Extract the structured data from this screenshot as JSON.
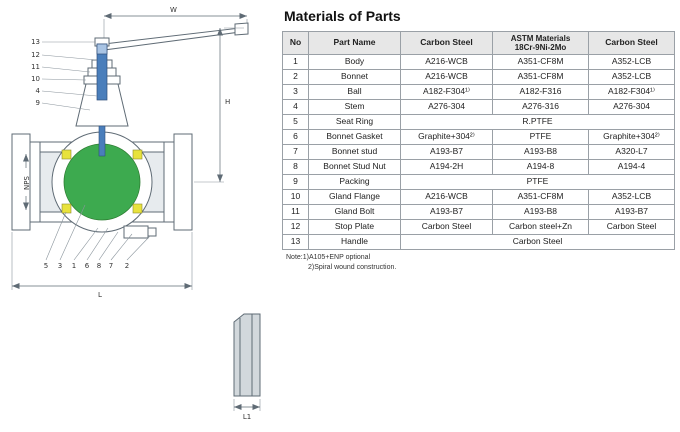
{
  "title": "Materials of Parts",
  "table": {
    "headers": [
      "No",
      "Part Name",
      "Carbon Steel",
      "ASTM Materials",
      "18Cr-9Ni-2Mo",
      "Carbon Steel"
    ],
    "rows": [
      {
        "no": "1",
        "name": "Body",
        "cols": [
          "A216-WCB",
          "A351-CF8M",
          "A352-LCB"
        ]
      },
      {
        "no": "2",
        "name": "Bonnet",
        "cols": [
          "A216-WCB",
          "A351-CF8M",
          "A352-LCB"
        ]
      },
      {
        "no": "3",
        "name": "Ball",
        "cols": [
          "A182-F304¹⁾",
          "A182-F316",
          "A182-F304¹⁾"
        ]
      },
      {
        "no": "4",
        "name": "Stem",
        "cols": [
          "A276-304",
          "A276-316",
          "A276-304"
        ]
      },
      {
        "no": "5",
        "name": "Seat Ring",
        "span_value": "R.PTFE"
      },
      {
        "no": "6",
        "name": "Bonnet Gasket",
        "cols": [
          "Graphite+304²⁾",
          "PTFE",
          "Graphite+304²⁾"
        ]
      },
      {
        "no": "7",
        "name": "Bonnet stud",
        "cols": [
          "A193-B7",
          "A193-B8",
          "A320-L7"
        ]
      },
      {
        "no": "8",
        "name": "Bonnet Stud Nut",
        "cols": [
          "A194-2H",
          "A194-8",
          "A194-4"
        ]
      },
      {
        "no": "9",
        "name": "Packing",
        "span_value": "PTFE"
      },
      {
        "no": "10",
        "name": "Gland Flange",
        "cols": [
          "A216-WCB",
          "A351-CF8M",
          "A352-LCB"
        ]
      },
      {
        "no": "11",
        "name": "Gland Bolt",
        "cols": [
          "A193-B7",
          "A193-B8",
          "A193-B7"
        ]
      },
      {
        "no": "12",
        "name": "Stop Plate",
        "cols": [
          "Carbon Steel",
          "Carbon steel+Zn",
          "Carbon Steel"
        ]
      },
      {
        "no": "13",
        "name": "Handle",
        "span_value": "Carbon Steel"
      }
    ]
  },
  "notes": {
    "line1": "Note:1)A105+ENP optional",
    "line2": "2)Spiral wound construction."
  },
  "diagram": {
    "dims": {
      "w": "W",
      "h": "H",
      "nps": "NPS",
      "l": "L",
      "l1": "L1"
    },
    "left_numbers": [
      "13",
      "12",
      "11",
      "10",
      "4",
      "9"
    ],
    "bottom_numbers": [
      "5",
      "3",
      "1",
      "6",
      "8",
      "7",
      "2"
    ],
    "colors": {
      "stem": "#4a7ebb",
      "ball": "#3daa4f",
      "seat": "#e8e23c"
    }
  }
}
